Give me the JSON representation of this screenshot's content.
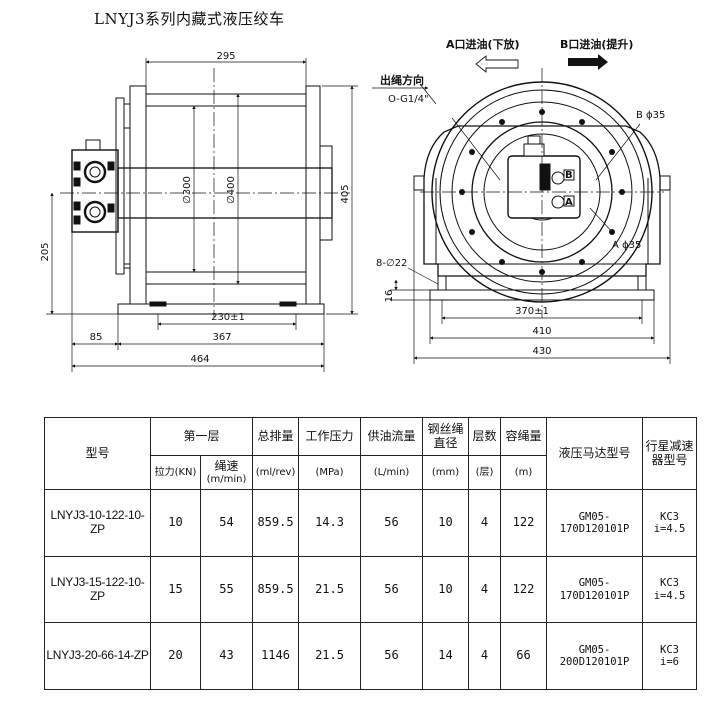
{
  "title": "LNYJ3系列内藏式液压绞车",
  "drawing": {
    "port_a": "A口进油(下放)",
    "port_b": "B口进油(提升)",
    "rope_direction": "出绳方向",
    "port_thread": "O-G1/4\"",
    "port_b_dia": "B ϕ35",
    "port_a_dia": "A ϕ35",
    "bolt_holes": "8-∅22",
    "side_dims": {
      "drum_length": "295",
      "drum_dia": "∅300",
      "flange_dia": "∅400",
      "height": "405",
      "center_height": "205",
      "bolt_span": "230±1",
      "base_span": "367",
      "left_offset": "85",
      "overall_length": "464"
    },
    "front_dims": {
      "base_thickness": "16",
      "bolt_span": "370±1",
      "base_width": "410",
      "overall_width": "430"
    },
    "plate_labels": [
      "A",
      "B"
    ]
  },
  "table": {
    "headers": {
      "model": "型号",
      "first_layer": "第一层",
      "pull": "拉力(KN)",
      "speed": "绳速",
      "speed_unit": "(m/min)",
      "displacement": "总排量",
      "pressure": "工作压力",
      "flow": "供油流量",
      "rope_dia": "钢丝绳直径",
      "layers": "层数",
      "capacity": "容绳量",
      "motor": "液压马达型号",
      "reducer": "行星减速器型号"
    },
    "units": {
      "displacement": "(ml/rev)",
      "pressure": "(MPa)",
      "flow": "(L/min)",
      "rope_dia": "(mm)",
      "layers": "(层)",
      "capacity": "(m)"
    },
    "rows": [
      {
        "model": "LNYJ3-10-122-10-ZP",
        "pull": "10",
        "speed": "54",
        "displacement": "859.5",
        "pressure": "14.3",
        "flow": "56",
        "rope_dia": "10",
        "layers": "4",
        "capacity": "122",
        "motor_1": "GM05-",
        "motor_2": "170D120101P",
        "reducer_1": "KC3",
        "reducer_2": "i=4.5"
      },
      {
        "model": "LNYJ3-15-122-10-ZP",
        "pull": "15",
        "speed": "55",
        "displacement": "859.5",
        "pressure": "21.5",
        "flow": "56",
        "rope_dia": "10",
        "layers": "4",
        "capacity": "122",
        "motor_1": "GM05-",
        "motor_2": "170D120101P",
        "reducer_1": "KC3",
        "reducer_2": "i=4.5"
      },
      {
        "model": "LNYJ3-20-66-14-ZP",
        "pull": "20",
        "speed": "43",
        "displacement": "1146",
        "pressure": "21.5",
        "flow": "56",
        "rope_dia": "14",
        "layers": "4",
        "capacity": "66",
        "motor_1": "GM05-",
        "motor_2": "200D120101P",
        "reducer_1": "KC3",
        "reducer_2": "i=6"
      }
    ]
  }
}
